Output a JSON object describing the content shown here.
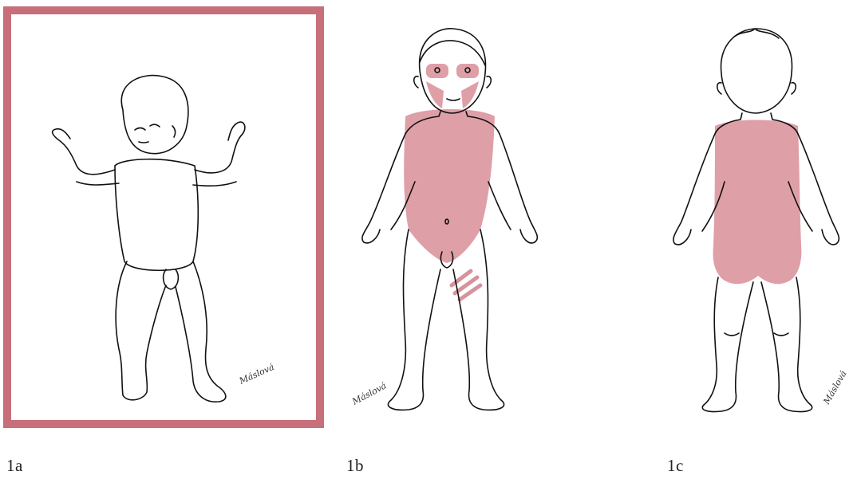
{
  "figure": {
    "frame_color": "#c76f7b",
    "highlight_color": "#d98e98",
    "figures": [
      {
        "id": "1a",
        "caption": "1a",
        "signature": "Máslová"
      },
      {
        "id": "1b",
        "caption": "1b",
        "signature": "Máslová"
      },
      {
        "id": "1c",
        "caption": "1c",
        "signature": "Máslová"
      }
    ]
  }
}
